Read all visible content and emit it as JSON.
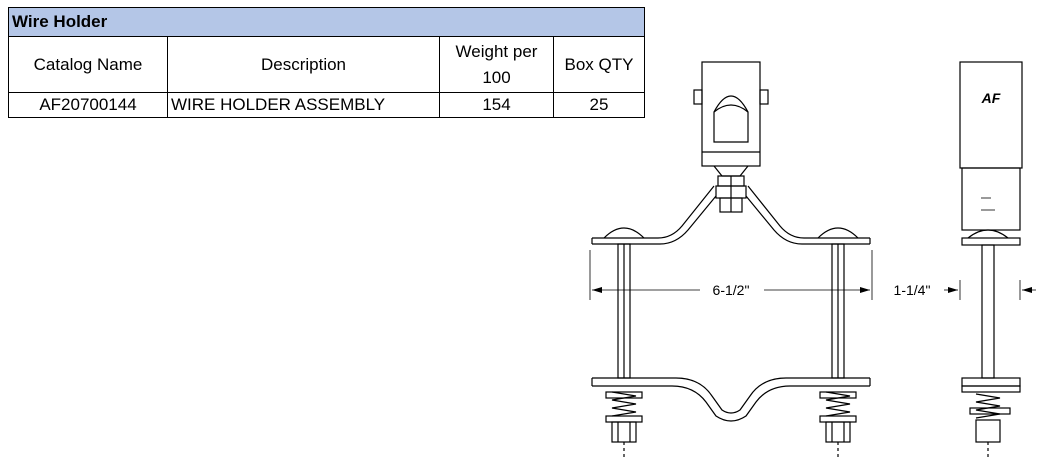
{
  "table": {
    "title": "Wire Holder",
    "headers": {
      "catalog": "Catalog Name",
      "description": "Description",
      "weight_line1": "Weight per",
      "weight_line2": "100",
      "box_qty": "Box QTY"
    },
    "row": {
      "catalog": "AF20700144",
      "description": "WIRE HOLDER ASSEMBLY",
      "weight": "154",
      "box_qty": "25"
    }
  },
  "drawing": {
    "front_dimension": "6-1/2\"",
    "side_dimension": "1-1/4\"",
    "logo_text": "AF",
    "colors": {
      "line": "#000000",
      "header_fill": "#b4c6e7"
    }
  }
}
